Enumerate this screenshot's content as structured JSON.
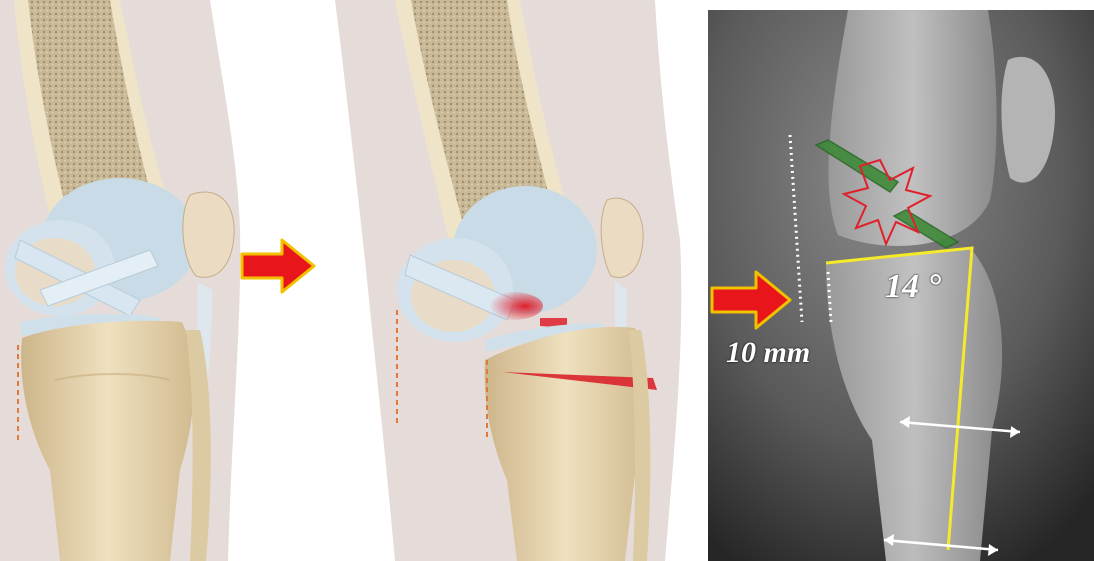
{
  "figure": {
    "panels": [
      {
        "id": "normal-knee",
        "kind": "illustration"
      },
      {
        "id": "injured-knee",
        "kind": "illustration"
      },
      {
        "id": "lateral-radiograph",
        "kind": "x-ray"
      }
    ],
    "arrows": [
      {
        "icon": "right-arrow-icon",
        "fill": "#e8161b",
        "outline": "#f2c200"
      },
      {
        "icon": "right-arrow-icon",
        "fill": "#e8161b",
        "outline": "#f2c200"
      }
    ],
    "annotations": {
      "distance": "10 mm",
      "angle": "14 °"
    },
    "colors": {
      "bone": "#e6d3ad",
      "cartilage": "#c9dbe6",
      "injury": "#e0202c",
      "bone_bruise": "#3f8a3a",
      "measure_line": "#f5ea2a",
      "measure_arrow": "#ffffff",
      "xray_bg": "#1a1a1a"
    }
  }
}
